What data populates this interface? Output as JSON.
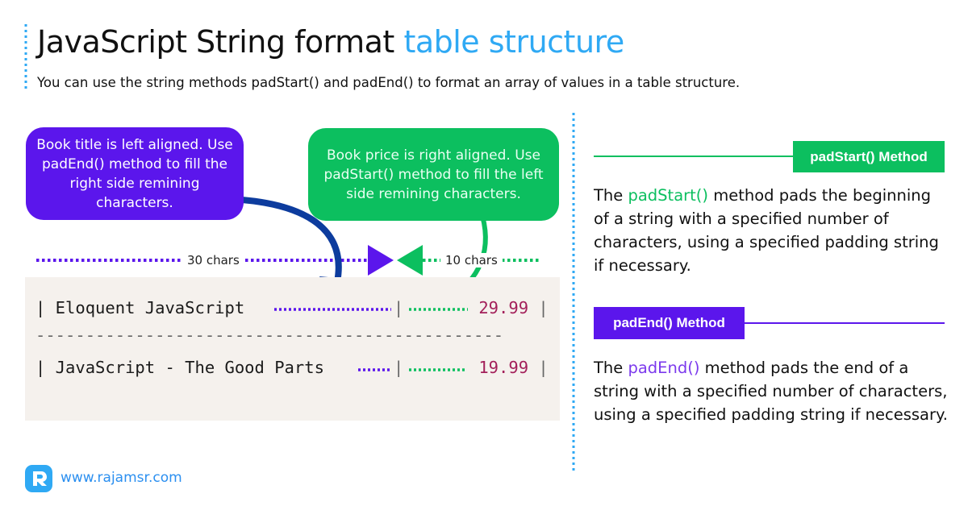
{
  "header": {
    "title_main": "JavaScript String format",
    "title_highlight": "table structure",
    "subtitle": "You can use the string methods padStart() and padEnd() to format an array of values in a table structure."
  },
  "callouts": {
    "left": "Book title is left aligned. Use padEnd() method to fill the right side remining characters.",
    "right": "Book price is right aligned. Use padStart() method to fill the left side remining characters."
  },
  "measures": {
    "left_label": "30 chars",
    "right_label": "10 chars"
  },
  "code": {
    "rows": [
      {
        "left": "| Eloquent JavaScript",
        "pipe": "|",
        "value": "29.99",
        "end": "|"
      },
      {
        "left": "| JavaScript - The Good Parts",
        "pipe": "|",
        "value": "19.99",
        "end": "|"
      }
    ],
    "separator": "-----------------------------------------------"
  },
  "methods": {
    "pad_start": {
      "tag": "padStart() Method",
      "desc_before": "The ",
      "keyword": "padStart()",
      "desc_after": " method pads the beginning of a string with a specified number of characters, using a specified padding string if necessary."
    },
    "pad_end": {
      "tag": "padEnd() Method",
      "desc_before": "The ",
      "keyword": "padEnd()",
      "desc_after": " method pads the end of a string with a specified number of characters, using a specified padding string if necessary."
    }
  },
  "footer": {
    "website": "www.rajamsr.com"
  },
  "colors": {
    "accent_blue": "#2fa9f4",
    "purple": "#5b16ec",
    "green": "#0cbf5f",
    "code_bg": "#f5f1ed",
    "number": "#a3205a"
  }
}
